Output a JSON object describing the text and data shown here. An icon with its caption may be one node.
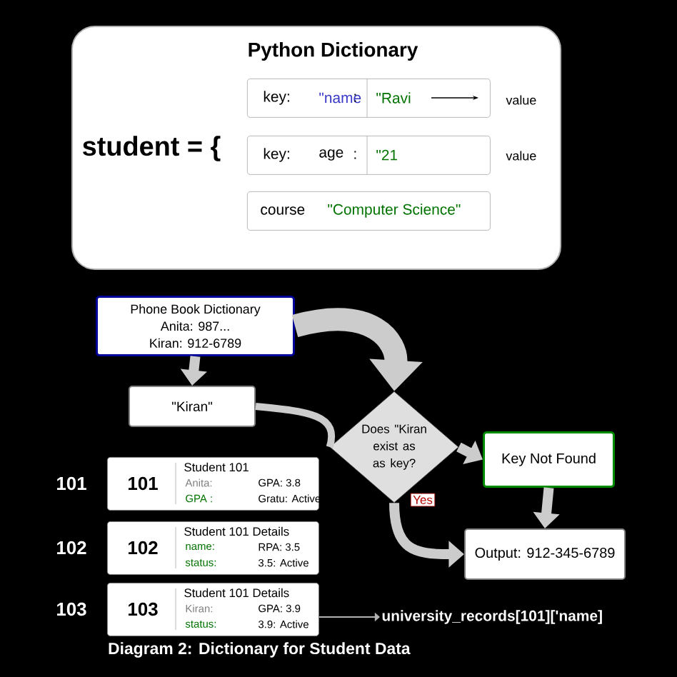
{
  "diagram": {
    "caption": "Diagram 2: Dictionary for Student Data",
    "nodes": [
      {
        "text": [
          "Python Dictionary",
          "student = {"
        ]
      },
      {
        "text": [
          "key:",
          "\"name",
          ":",
          "\"Ravi"
        ],
        "in": 0,
        "beside": [
          "value"
        ]
      },
      {
        "text": [
          "key:",
          "age",
          ":",
          "\"21"
        ],
        "in": 0,
        "beside": [
          "value"
        ]
      },
      {
        "text": [
          "course",
          "\"Computer Science\""
        ],
        "in": 0
      },
      {
        "text": [
          "Phone Book Dictionary",
          "Anita: 987...",
          "Kiran: 912-6789"
        ]
      },
      {
        "text": [
          "\"Kiran\""
        ]
      },
      {
        "text": [
          "Does \"Kiran exist as as key?"
        ]
      },
      {
        "text": [
          "Key Not Found"
        ]
      },
      {
        "text": [
          "Output: 912-345-6789"
        ]
      },
      {
        "text": [
          "101",
          "Student 101",
          "Anita:",
          "GPA: 3.8",
          "GPA :",
          "Gratu: Active"
        ],
        "beside": [
          "101"
        ]
      },
      {
        "text": [
          "102",
          "Student 101 Details",
          "name:",
          "RPA: 3.5",
          "status:",
          "3.5: Active"
        ],
        "beside": [
          "102"
        ]
      },
      {
        "text": [
          "103",
          "Student 101 Details",
          "Kiran:",
          "GPA: 3.9",
          "status:",
          "3.9: Active"
        ],
        "beside": [
          "103"
        ]
      },
      {
        "text": [
          "university_records[101]['name]"
        ]
      }
    ],
    "edges": [
      {
        "from": 4,
        "to": 5,
        "arrow": "to"
      },
      {
        "from": 4,
        "to": 6,
        "arrow": "to",
        "style": "thick"
      },
      {
        "from": 5,
        "to": 6,
        "arrow": "none"
      },
      {
        "from": 6,
        "to": 7,
        "arrow": "to"
      },
      {
        "from": 6,
        "to": 8,
        "arrow": "to",
        "label": "Yes"
      },
      {
        "from": 7,
        "to": 8,
        "arrow": "to"
      },
      {
        "from": 11,
        "to": 12,
        "arrow": "to"
      }
    ]
  }
}
